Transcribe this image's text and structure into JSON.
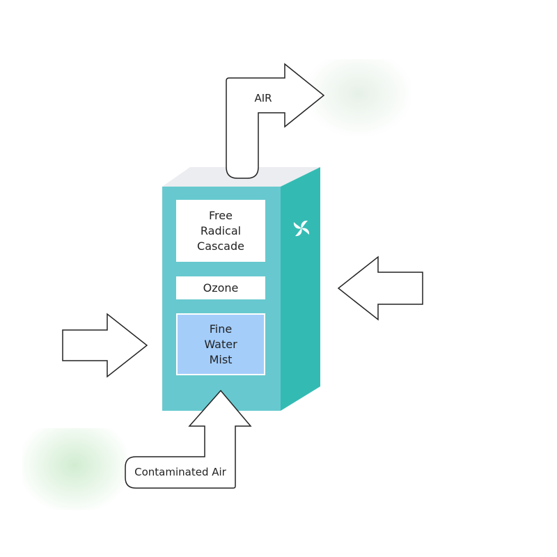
{
  "labels": {
    "output_arrow": "AIR",
    "inlet_arrow": "Contaminated Air"
  },
  "stages": [
    {
      "text": "Free\nRadical\nCascade"
    },
    {
      "text": "Ozone"
    },
    {
      "text": "Fine\nWater\nMist"
    }
  ],
  "icons": {
    "unit_logo": "fan-icon"
  },
  "colors": {
    "unit_front": "#67c9cf",
    "unit_side": "#33bbb3",
    "unit_top": "#ecedf1",
    "stage_box": "#ffffff",
    "mist_box": "#a4cdfa",
    "arrow_fill": "#ffffff",
    "arrow_stroke": "#222222"
  }
}
